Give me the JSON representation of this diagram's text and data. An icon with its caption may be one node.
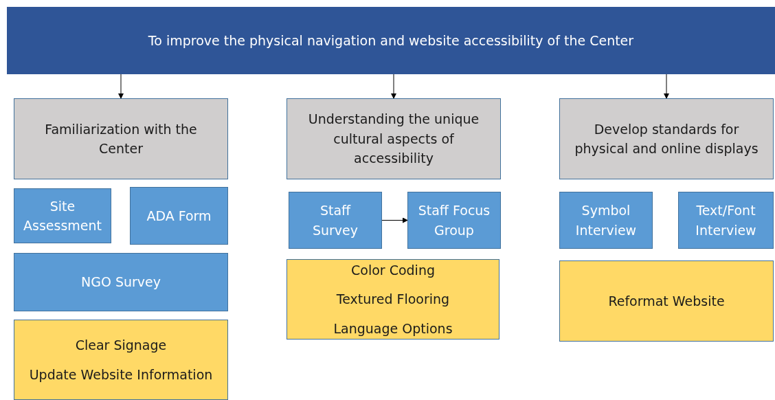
{
  "diagram": {
    "nodes": [
      {
        "text": [
          "To improve the physical navigation and website accessibility of the Center"
        ]
      },
      {
        "text": [
          "Familiarization with the Center"
        ]
      },
      {
        "text": [
          "Understanding the unique cultural aspects of accessibility"
        ]
      },
      {
        "text": [
          "Develop standards for physical and online displays"
        ]
      },
      {
        "text": [
          "Site Assessment"
        ]
      },
      {
        "text": [
          "ADA Form"
        ]
      },
      {
        "text": [
          "NGO Survey"
        ]
      },
      {
        "text": [
          "Clear Signage",
          "Update Website Information"
        ]
      },
      {
        "text": [
          "Staff Survey"
        ]
      },
      {
        "text": [
          "Staff Focus Group"
        ]
      },
      {
        "text": [
          "Color Coding",
          "Textured Flooring",
          "Language Options"
        ]
      },
      {
        "text": [
          "Symbol Interview"
        ]
      },
      {
        "text": [
          "Text/Font Interview"
        ]
      },
      {
        "text": [
          "Reformat Website"
        ]
      }
    ],
    "edges": [
      {
        "from": 0,
        "to": 1,
        "arrow": "to"
      },
      {
        "from": 0,
        "to": 2,
        "arrow": "to"
      },
      {
        "from": 0,
        "to": 3,
        "arrow": "to"
      },
      {
        "from": 8,
        "to": 9,
        "arrow": "to"
      }
    ]
  }
}
